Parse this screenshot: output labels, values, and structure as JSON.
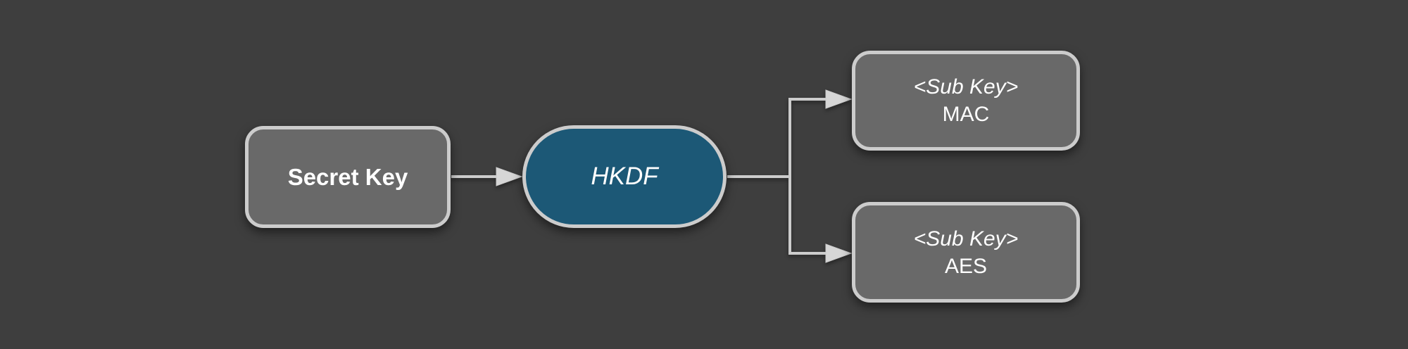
{
  "colors": {
    "background": "#3e3e3e",
    "node_fill": "#696969",
    "node_border": "#cccccc",
    "hkdf_fill": "#1c5876",
    "text": "#ffffff",
    "connector": "#cccccc",
    "arrowhead": "#d6d6d6"
  },
  "nodes": {
    "secret_key": {
      "label": "Secret Key"
    },
    "hkdf": {
      "label": "HKDF"
    },
    "sub_key_mac": {
      "line1": "<Sub Key>",
      "line2": "MAC"
    },
    "sub_key_aes": {
      "line1": "<Sub Key>",
      "line2": "AES"
    }
  }
}
